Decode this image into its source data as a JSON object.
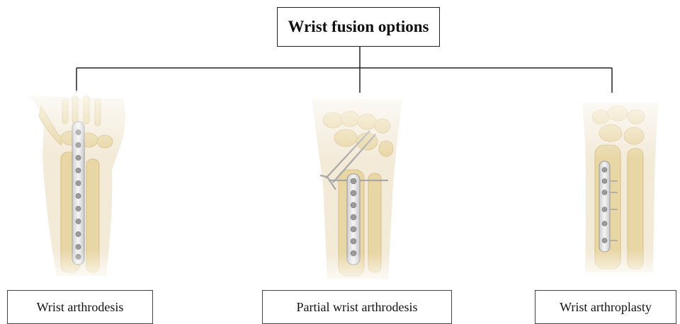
{
  "root": {
    "title": "Wrist fusion options"
  },
  "options": [
    {
      "label": "Wrist arthrodesis",
      "illustration": "full-wrist-fusion-plate"
    },
    {
      "label": "Partial wrist arthrodesis",
      "illustration": "partial-fusion-plate-and-wires"
    },
    {
      "label": "Wrist arthroplasty",
      "illustration": "wrist-implant-plate"
    }
  ],
  "colors": {
    "skin": "#f3ead8",
    "bone": "#e8d6a4",
    "bone_outline": "#d8c089",
    "plate": "#e6e6e6",
    "plate_outline": "#9a9a9a",
    "screw": "#8f8f8f",
    "line": "#222222"
  }
}
